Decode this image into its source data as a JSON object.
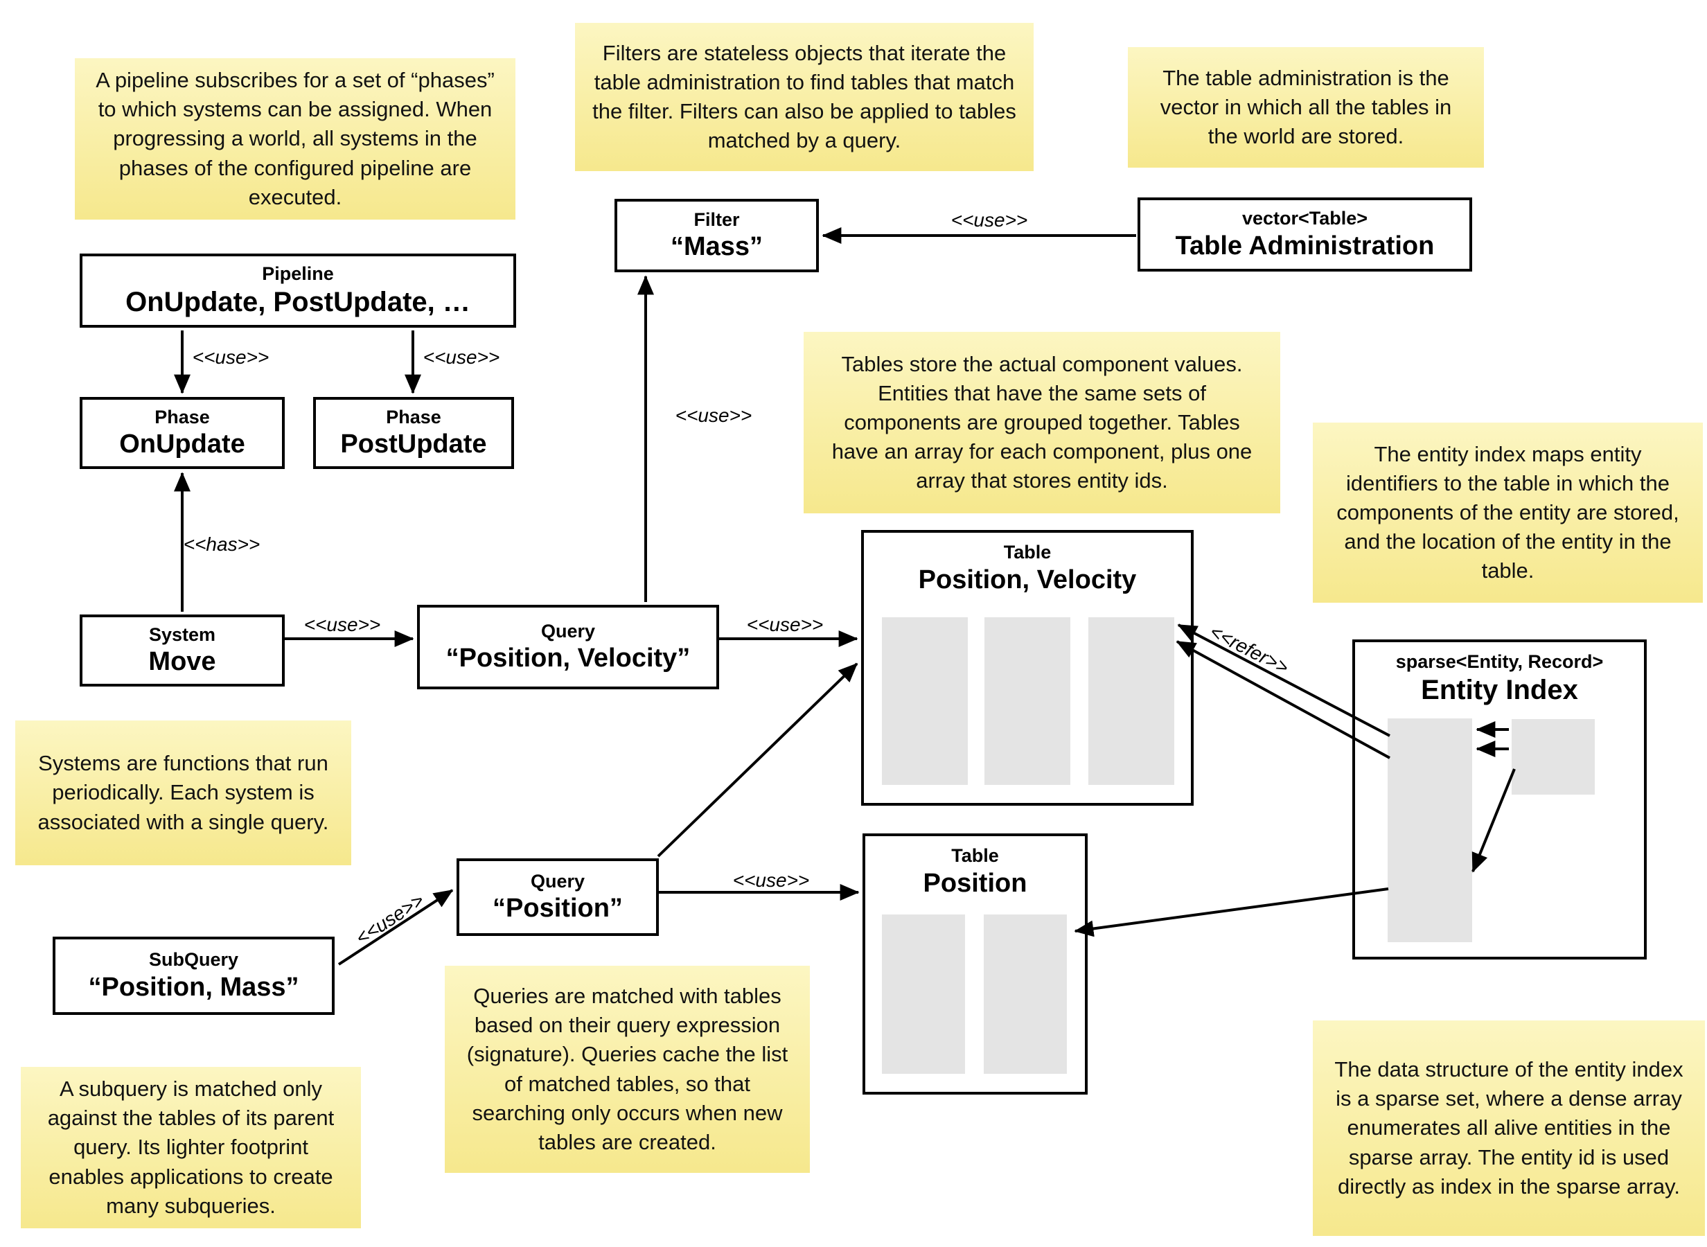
{
  "canvas": {
    "background": "#ffffff",
    "note_fill_top": "#fcf6c2",
    "note_fill_bottom": "#f6e88d",
    "node_fill": "#ffffff",
    "node_border": "#000000",
    "array_fill": "#e4e4e4",
    "connector_color": "#000000"
  },
  "notes": {
    "pipeline": {
      "text": "A pipeline subscribes for a set of “phases” to which systems can be assigned. When progressing a world, all systems in the phases of the configured pipeline are executed."
    },
    "filters": {
      "text": "Filters are stateless objects that iterate the table administration to find tables that match the filter. Filters can also be applied to tables matched by a query."
    },
    "table_administration": {
      "text": "The table administration is the vector in which all the tables in the world are stored."
    },
    "tables": {
      "text": "Tables store the actual component values. Entities that have the same sets of components are grouped together. Tables have an array for each component, plus one array that stores entity ids."
    },
    "entity_index": {
      "text": "The entity index maps entity identifiers to the table in which the components of the entity are stored, and the location of the entity in the table."
    },
    "systems": {
      "text": "Systems are functions that run periodically. Each system is associated with a single query."
    },
    "queries": {
      "text": "Queries are matched with tables based on their query expression (signature). Queries cache the list of matched tables, so that searching only occurs when new tables are created."
    },
    "subqueries": {
      "text": "A subquery is matched only against the tables of its parent query. Its lighter footprint enables applications to create many subqueries."
    },
    "sparse_set": {
      "text": "The data structure of the entity index is a sparse set, where a dense array enumerates all alive entities in the sparse array. The entity id is used directly as index in the sparse array."
    }
  },
  "boxes": {
    "pipeline": {
      "kind": "Pipeline",
      "name": "OnUpdate, PostUpdate, …"
    },
    "phase_onupdate": {
      "kind": "Phase",
      "name": "OnUpdate"
    },
    "phase_postupdate": {
      "kind": "Phase",
      "name": "PostUpdate"
    },
    "filter": {
      "kind": "Filter",
      "name": "“Mass”"
    },
    "table_administration": {
      "kind": "vector<Table>",
      "name": "Table Administration"
    },
    "system_move": {
      "kind": "System",
      "name": "Move"
    },
    "query_position_velocity": {
      "kind": "Query",
      "name": "“Position, Velocity”"
    },
    "query_position": {
      "kind": "Query",
      "name": "“Position”"
    },
    "subquery": {
      "kind": "SubQuery",
      "name": "“Position, Mass”"
    },
    "table_position_velocity": {
      "kind": "Table",
      "name": "Position, Velocity"
    },
    "table_position": {
      "kind": "Table",
      "name": "Position"
    },
    "entity_index": {
      "kind": "sparse<Entity, Record>",
      "name": "Entity Index"
    }
  },
  "labels": {
    "use_pipeline_onupdate": {
      "text": "<<use>>"
    },
    "use_pipeline_postupdate": {
      "text": "<<use>>"
    },
    "has_system_phase": {
      "text": "<<has>>"
    },
    "use_system_querypv": {
      "text": "<<use>>"
    },
    "use_querypv_filter": {
      "text": "<<use>>"
    },
    "use_tableadmin_filter": {
      "text": "<<use>>"
    },
    "use_querypv_tablepv": {
      "text": "<<use>>"
    },
    "use_queryp_tablep": {
      "text": "<<use>>"
    },
    "use_subquery_queryp": {
      "text": "<<use>>"
    },
    "refer_entityindex_table": {
      "text": "<<refer>>"
    }
  }
}
